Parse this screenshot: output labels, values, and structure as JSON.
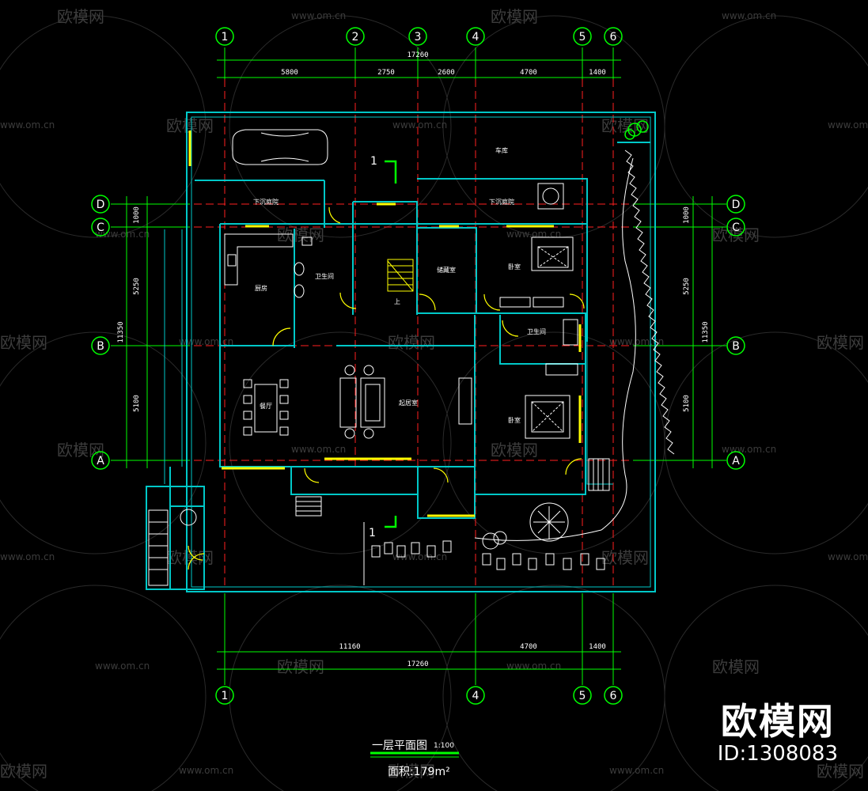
{
  "drawing": {
    "title": "一层平面图",
    "scale": "1:100",
    "area_label": "面积:179m²"
  },
  "grid_labels": {
    "columns_top": [
      "1",
      "2",
      "3",
      "4",
      "5",
      "6"
    ],
    "columns_bottom": [
      "1",
      "4",
      "5",
      "6"
    ],
    "rows": [
      "D",
      "C",
      "B",
      "A"
    ]
  },
  "dimensions": {
    "top_total": "17260",
    "top_spans": [
      "5800",
      "2750",
      "2600",
      "4700",
      "1400"
    ],
    "bottom_spans": [
      "11160",
      "4700",
      "1400"
    ],
    "bottom_total": "17260",
    "left_spans": [
      "1000",
      "5250",
      "5100"
    ],
    "left_total": "11350",
    "right_spans": [
      "1000",
      "5250",
      "5100"
    ],
    "right_total": "11350"
  },
  "rooms": [
    "车库",
    "下沉庭院",
    "下沉庭院",
    "厨房",
    "卫生间",
    "上",
    "储藏室",
    "卧室",
    "卫生间",
    "餐厅",
    "起居室",
    "卧室"
  ],
  "section_marks": [
    "1",
    "1"
  ],
  "watermark": {
    "brand": "欧模网",
    "site": "www.om.cn",
    "id": "ID:1308083"
  },
  "colors": {
    "background": "#000000",
    "axis": "#00ff00",
    "grid_dash": "#ff0000",
    "wall": "#00c8c8",
    "window": "#ffff00",
    "furniture": "#ffffff"
  }
}
